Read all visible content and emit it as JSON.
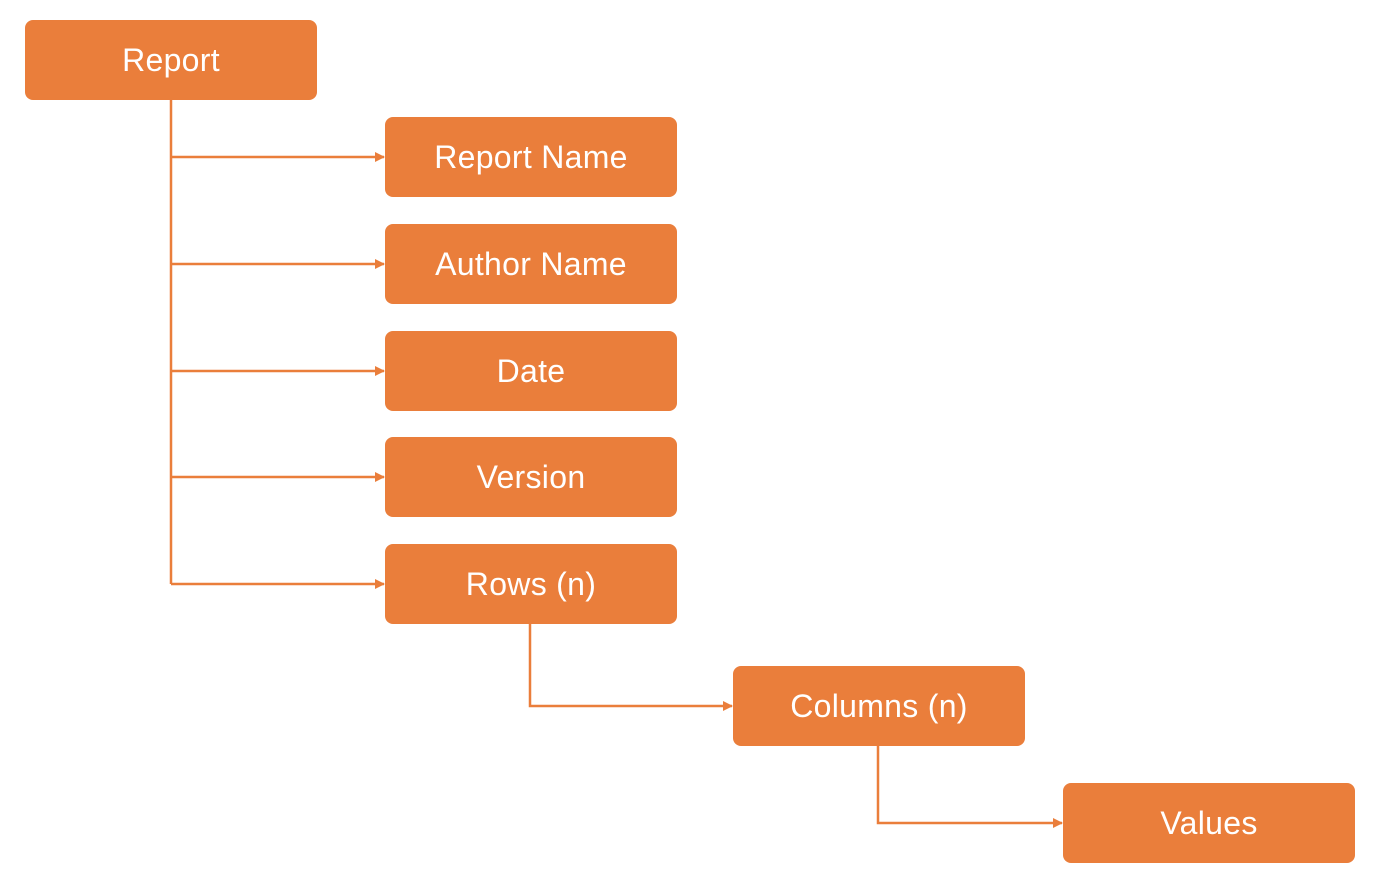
{
  "diagram": {
    "accent_color": "#ea7e3b",
    "text_color": "#ffffff",
    "nodes": {
      "report": "Report",
      "report_name": "Report Name",
      "author_name": "Author Name",
      "date": "Date",
      "version": "Version",
      "rows": "Rows (n)",
      "columns": "Columns (n)",
      "values": "Values"
    }
  }
}
